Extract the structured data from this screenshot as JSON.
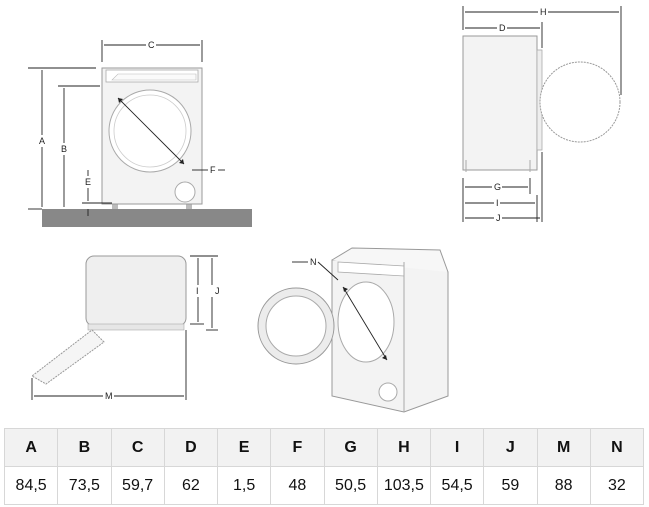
{
  "labels": {
    "A": "A",
    "B": "B",
    "C": "C",
    "D": "D",
    "E": "E",
    "F": "F",
    "G": "G",
    "H": "H",
    "I": "I",
    "J": "J",
    "M": "M",
    "N": "N"
  },
  "table": {
    "headers": [
      "A",
      "B",
      "C",
      "D",
      "E",
      "F",
      "G",
      "H",
      "I",
      "J",
      "M",
      "N"
    ],
    "values": [
      "84,5",
      "73,5",
      "59,7",
      "62",
      "1,5",
      "48",
      "50,5",
      "103,5",
      "54,5",
      "59",
      "88",
      "32"
    ]
  },
  "colors": {
    "floor": "#888888",
    "appliance_body": "#f3f3f3",
    "table_header_bg": "#f2f2f2",
    "table_border": "#d7d7d7"
  }
}
